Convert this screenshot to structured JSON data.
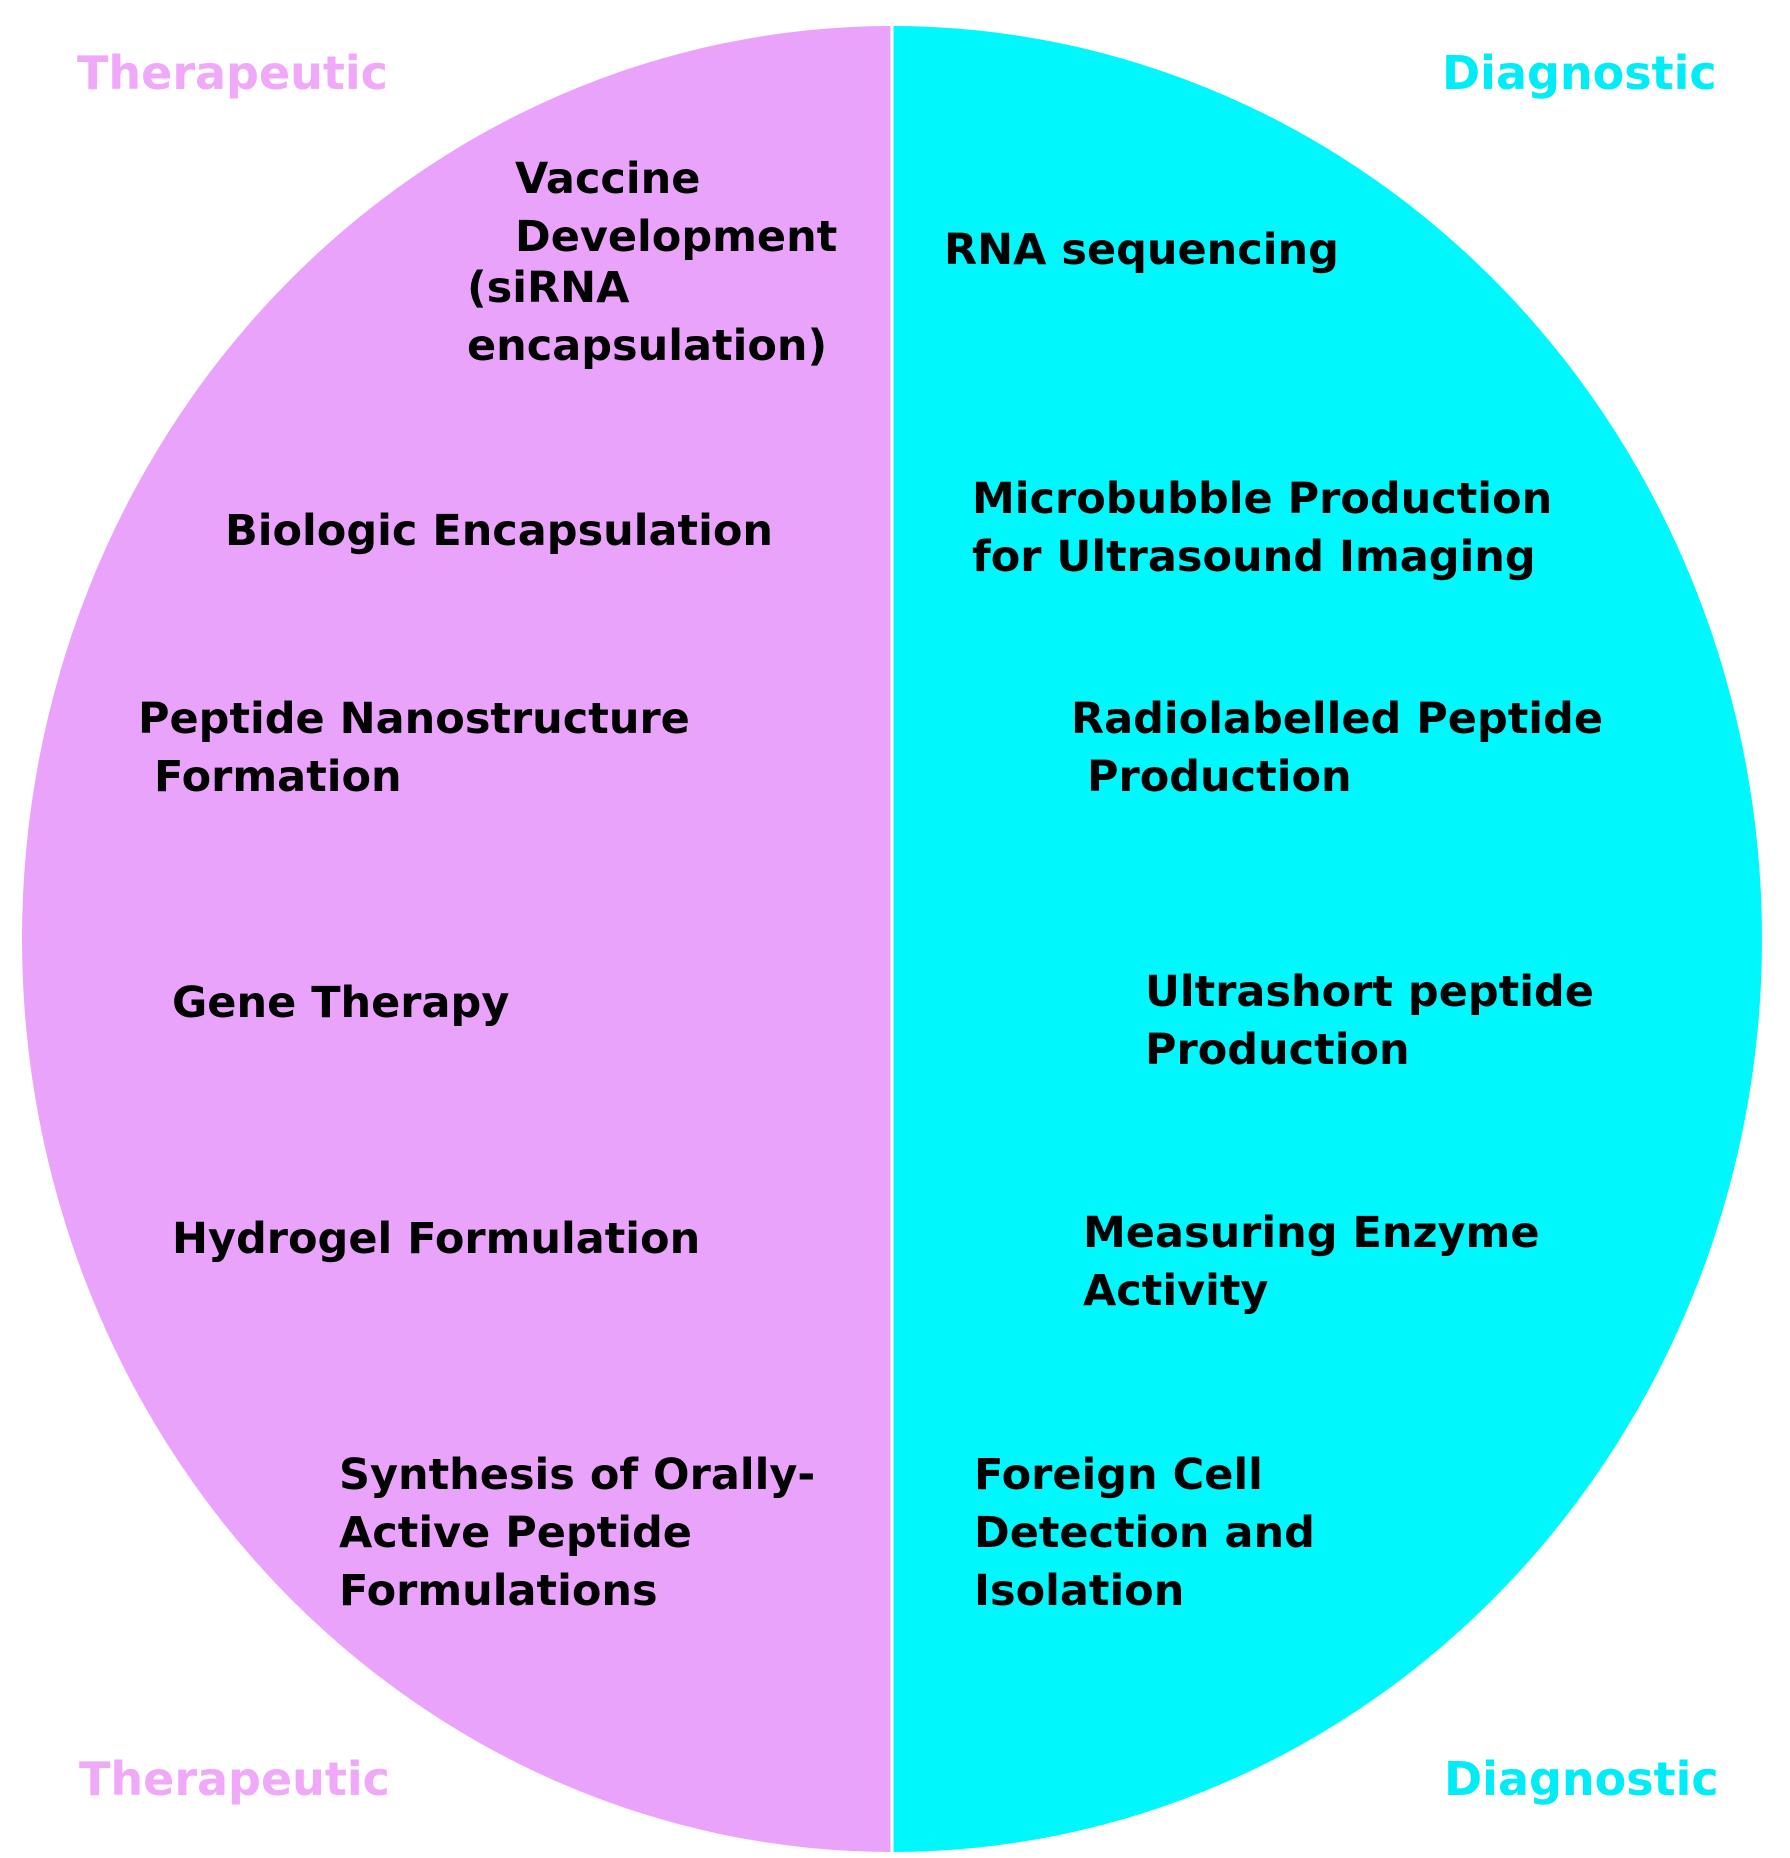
{
  "colors": {
    "therapeutic_fill": "#eaa3fb",
    "diagnostic_fill": "#00f7fc",
    "therapeutic_label": "#f0a8f8",
    "diagnostic_label": "#00ecf6",
    "item_text": "#000000"
  },
  "labels": {
    "therapeutic_top": "Therapeutic",
    "diagnostic_top": "Diagnostic",
    "therapeutic_bottom": "Therapeutic",
    "diagnostic_bottom": "Diagnostic"
  },
  "therapeutic_items": [
    "Vaccine\nDevelopment",
    "(siRNA\nencapsulation)",
    "Biologic Encapsulation",
    "Peptide Nanostructure",
    "Formation",
    "Gene Therapy",
    "Hydrogel Formulation",
    "Synthesis of Orally-\nActive Peptide\nFormulations"
  ],
  "diagnostic_items": [
    "RNA sequencing",
    "Microbubble Production\nfor Ultrasound Imaging",
    "Radiolabelled Peptide",
    "Production",
    "Ultrashort peptide\nProduction",
    "Measuring Enzyme\nActivity",
    "Foreign Cell\nDetection and\nIsolation"
  ]
}
